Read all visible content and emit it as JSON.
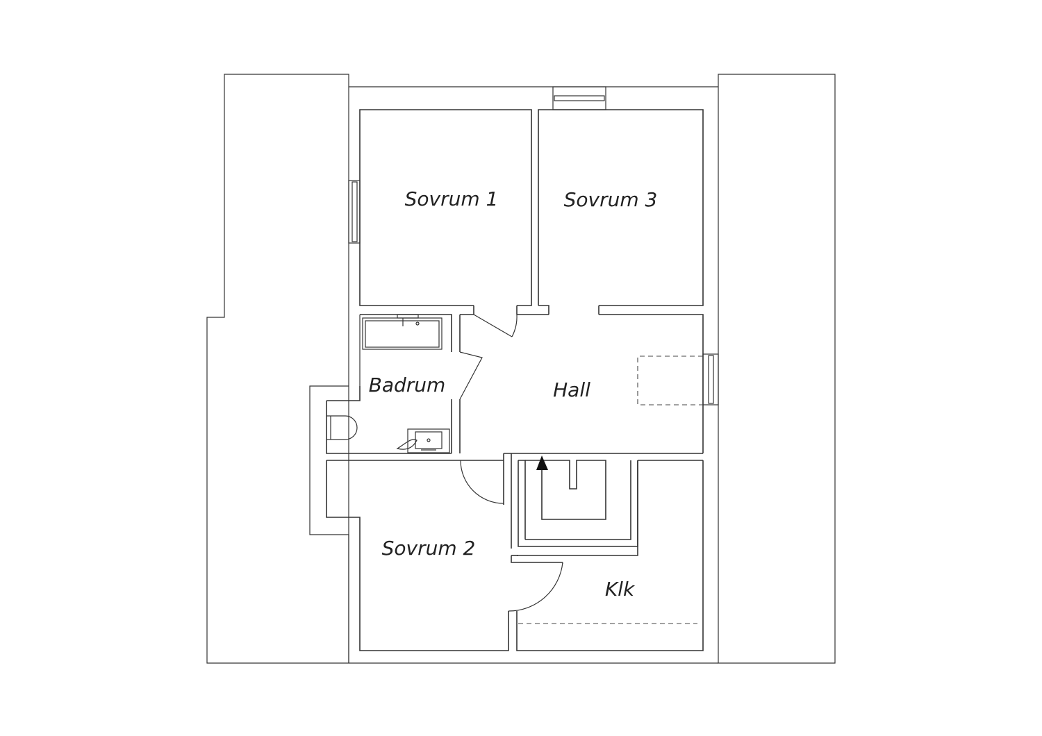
{
  "rooms": {
    "sovrum1": "Sovrum 1",
    "sovrum3": "Sovrum 3",
    "badrum": "Badrum",
    "hall": "Hall",
    "sovrum2": "Sovrum 2",
    "klk": "Klk"
  },
  "colors": {
    "line": "#333333",
    "background": "#ffffff"
  }
}
